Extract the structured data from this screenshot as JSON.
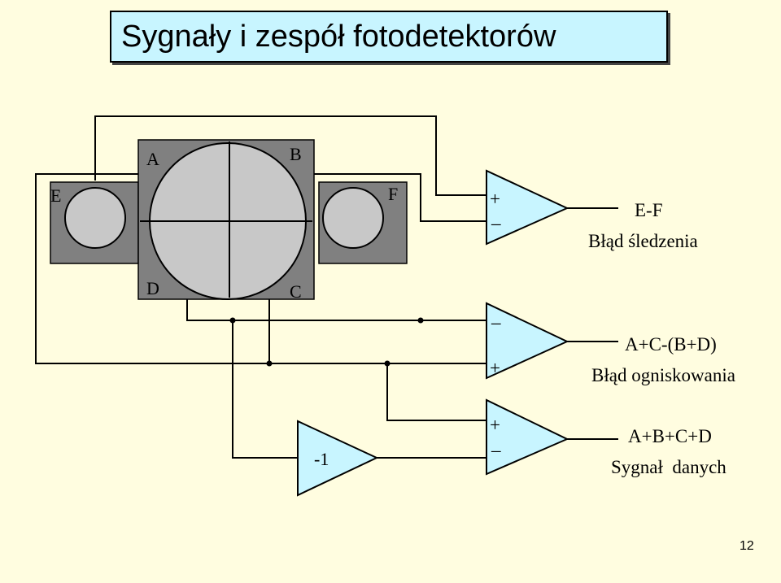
{
  "title": "Sygnały i zespół fotodetektorów",
  "detector_labels": {
    "A": "A",
    "B": "B",
    "C": "C",
    "D": "D",
    "E": "E",
    "F": "F"
  },
  "amp_signs": {
    "amp1_top": "+",
    "amp1_bottom": "_",
    "amp2_top": "_",
    "amp2_bottom": "+",
    "amp3_top": "+",
    "amp3_bottom": "_"
  },
  "inverter_label": "-1",
  "outputs": {
    "tracking_formula": "E-F",
    "tracking_name": "Błąd śledzenia",
    "focus_formula": "A+C-(B+D)",
    "focus_name": "Błąd ogniskowania",
    "data_formula": "A+B+C+D",
    "data_name": "Sygnał  danych"
  },
  "page_number": "12",
  "colors": {
    "background": "#fffde0",
    "title_fill": "#c8f5ff",
    "detector_frame": "#808080",
    "detector_disc": "#c8c8c8",
    "amplifier_fill": "#c8f5ff"
  }
}
